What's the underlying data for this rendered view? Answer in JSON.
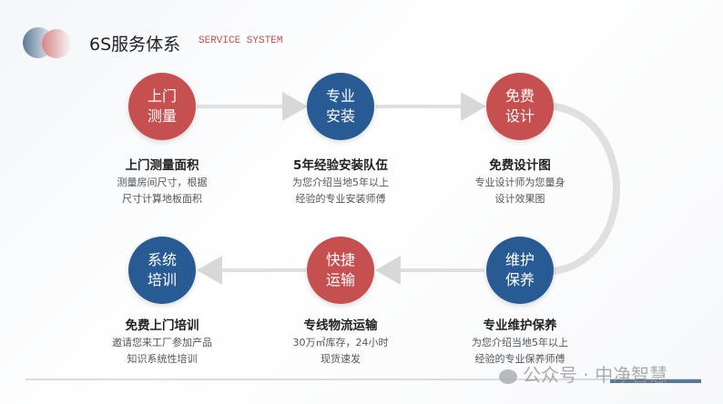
{
  "header": {
    "title": "6S服务体系",
    "subtitle": "SERVICE SYSTEM"
  },
  "steps": [
    {
      "icon_text": [
        "上门",
        "测量"
      ],
      "title": "上门测量面积",
      "desc": [
        "测量房间尺寸，根据",
        "尺寸计算地板面积"
      ],
      "color": "#c64f4f"
    },
    {
      "icon_text": [
        "专业",
        "安装"
      ],
      "title": "5年经验安装队伍",
      "desc": [
        "为您介绍当地5年以上",
        "经验的专业安装师傅"
      ],
      "color": "#285a93"
    },
    {
      "icon_text": [
        "免费",
        "设计"
      ],
      "title": "免费设计图",
      "desc": [
        "专业设计师为您量身",
        "设计效果图"
      ],
      "color": "#c64f4f"
    },
    {
      "icon_text": [
        "维护",
        "保养"
      ],
      "title": "专业维护保养",
      "desc": [
        "为您介绍当地5年以上",
        "经验的专业保养师傅"
      ],
      "color": "#285a93"
    },
    {
      "icon_text": [
        "快捷",
        "运输"
      ],
      "title": "专线物流运输",
      "desc": [
        "30万㎡库存，24小时",
        "现货速发"
      ],
      "color": "#c64f4f"
    },
    {
      "icon_text": [
        "系统",
        "培训"
      ],
      "title": "免费上门培训",
      "desc": [
        "邀请您来工厂参加产品",
        "知识系统性培训"
      ],
      "color": "#285a93"
    }
  ],
  "watermark": "公众号 · 中净智慧"
}
